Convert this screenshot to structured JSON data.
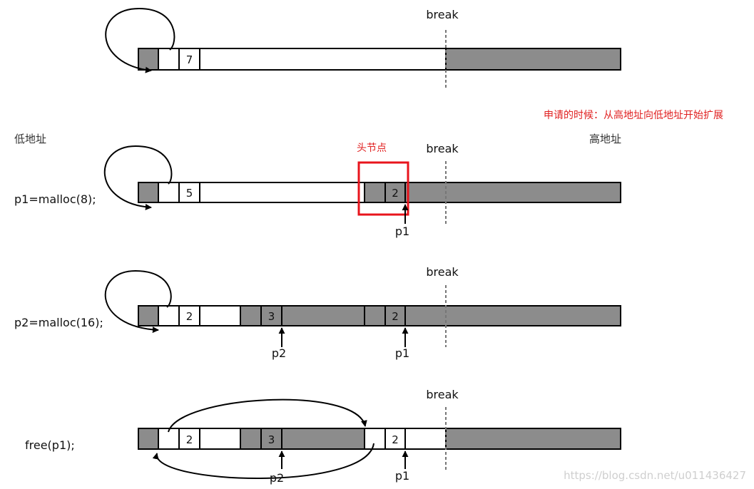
{
  "labels": {
    "break": "break",
    "low_address": "低地址",
    "high_address": "高地址",
    "head_node": "头节点",
    "note": "申请的时候：从高地址向低地址开始扩展",
    "watermark": "https://blog.csdn.net/u011436427"
  },
  "rows": [
    {
      "code": "",
      "cells": [
        "7"
      ],
      "pointers": []
    },
    {
      "code": "p1=malloc(8);",
      "cells": [
        "5",
        "2"
      ],
      "pointers": [
        "p1"
      ]
    },
    {
      "code": "p2=malloc(16);",
      "cells": [
        "2",
        "3",
        "2"
      ],
      "pointers": [
        "p2",
        "p1"
      ]
    },
    {
      "code": "free(p1);",
      "cells": [
        "2",
        "3",
        "2"
      ],
      "pointers": [
        "p2",
        "p1"
      ]
    }
  ],
  "colors": {
    "used": "#8c8c8c",
    "free": "#ffffff",
    "highlight": "#e8141c"
  }
}
